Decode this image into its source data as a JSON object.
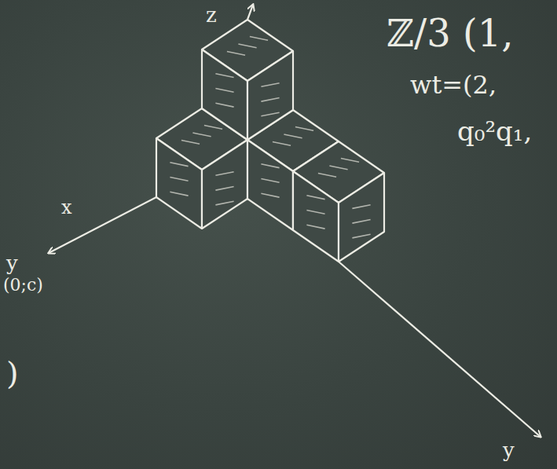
{
  "diagram": {
    "labels": [
      "z",
      "x",
      "y",
      "ℤ/3 (1,",
      "wt=(2,",
      "q₀²q₁,",
      "y",
      "(0;c)",
      ")"
    ]
  }
}
